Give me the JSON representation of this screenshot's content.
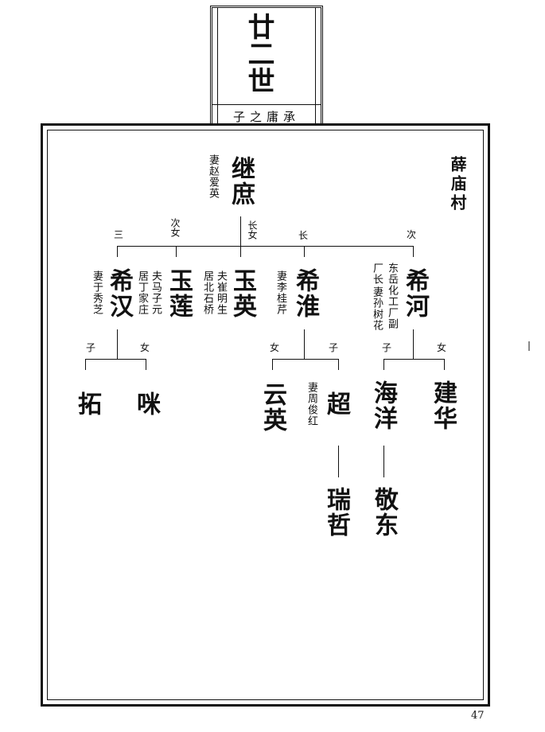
{
  "generation": {
    "title": "廿二世",
    "subtitle": "子之庸承"
  },
  "village": "薛庙村",
  "page_number": "47",
  "root": {
    "name": "继庶",
    "spouse": "妻赵爱英"
  },
  "children_labels": {
    "san": "三",
    "ci_nv": "次女",
    "zhang_nv": "长女",
    "zhang": "长",
    "ci": "次"
  },
  "xi_han": {
    "name": "希汉",
    "spouse": "妻于秀芝"
  },
  "yu_lian": {
    "name": "玉莲",
    "husband": "夫马子元",
    "residence": "居丁家庄"
  },
  "yu_ying": {
    "name": "玉英",
    "husband": "夫崔明生",
    "residence": "居北石桥"
  },
  "xi_huai": {
    "name": "希淮",
    "spouse": "妻李桂芹"
  },
  "xi_he": {
    "name": "希河",
    "spouse": "妻孙树花",
    "note1": "东岳化工厂副",
    "note2": "厂长"
  },
  "grandchildren_labels": {
    "han_zi": "子",
    "han_nv": "女",
    "huai_nv": "女",
    "huai_zi": "子",
    "he_zi": "子",
    "he_nv": "女"
  },
  "tuo": {
    "name": "拓"
  },
  "mi": {
    "name": "咪"
  },
  "yun_ying": {
    "name": "云英"
  },
  "chao": {
    "name": "超",
    "spouse": "妻周俊红"
  },
  "hai_yang": {
    "name": "海洋"
  },
  "jian_hua": {
    "name": "建华"
  },
  "rui_zhe": {
    "name": "瑞哲"
  },
  "jing_dong": {
    "name": "敬东"
  }
}
